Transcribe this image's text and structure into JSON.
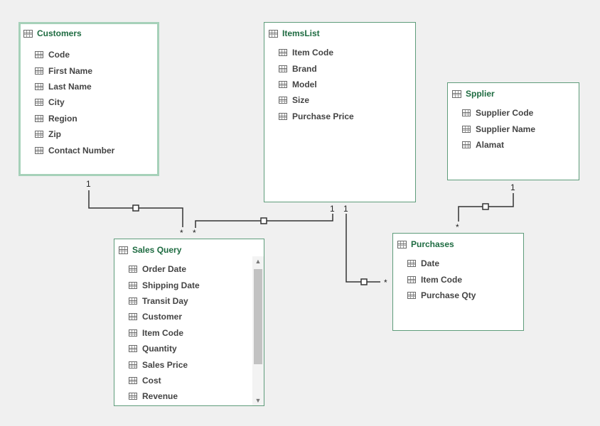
{
  "tables": {
    "customers": {
      "title": "Customers",
      "fields": [
        "Code",
        "First Name",
        "Last Name",
        "City",
        "Region",
        "Zip",
        "Contact Number"
      ]
    },
    "items_list": {
      "title": "ItemsList",
      "fields": [
        "Item Code",
        "Brand",
        "Model",
        "Size",
        "Purchase Price"
      ]
    },
    "supplier": {
      "title": "Spplier",
      "fields": [
        "Supplier Code",
        "Supplier Name",
        "Alamat"
      ]
    },
    "sales_query": {
      "title": "Sales Query",
      "fields": [
        "Order Date",
        "Shipping Date",
        "Transit Day",
        "Customer",
        "Item Code",
        "Quantity",
        "Sales Price",
        "Cost",
        "Revenue"
      ]
    },
    "purchases": {
      "title": "Purchases",
      "fields": [
        "Date",
        "Item Code",
        "Purchase Qty"
      ]
    }
  },
  "relationships": [
    {
      "from": "Customers",
      "to": "Sales Query",
      "one": "1",
      "many": "*"
    },
    {
      "from": "ItemsList",
      "to": "Sales Query",
      "one": "1",
      "many": "*"
    },
    {
      "from": "ItemsList",
      "to": "Purchases",
      "one": "1",
      "many": "*"
    },
    {
      "from": "Spplier",
      "to": "Purchases",
      "one": "1",
      "many": "*"
    }
  ],
  "colors": {
    "title_text": "#1e6b41",
    "card_border": "#5e9c7a",
    "selected_border": "#a6d1b9",
    "connector": "#333333",
    "background": "#f0f0f0"
  },
  "icons": {
    "table": "table-icon",
    "field": "column-icon",
    "scroll_up": "▲",
    "scroll_down": "▼"
  }
}
